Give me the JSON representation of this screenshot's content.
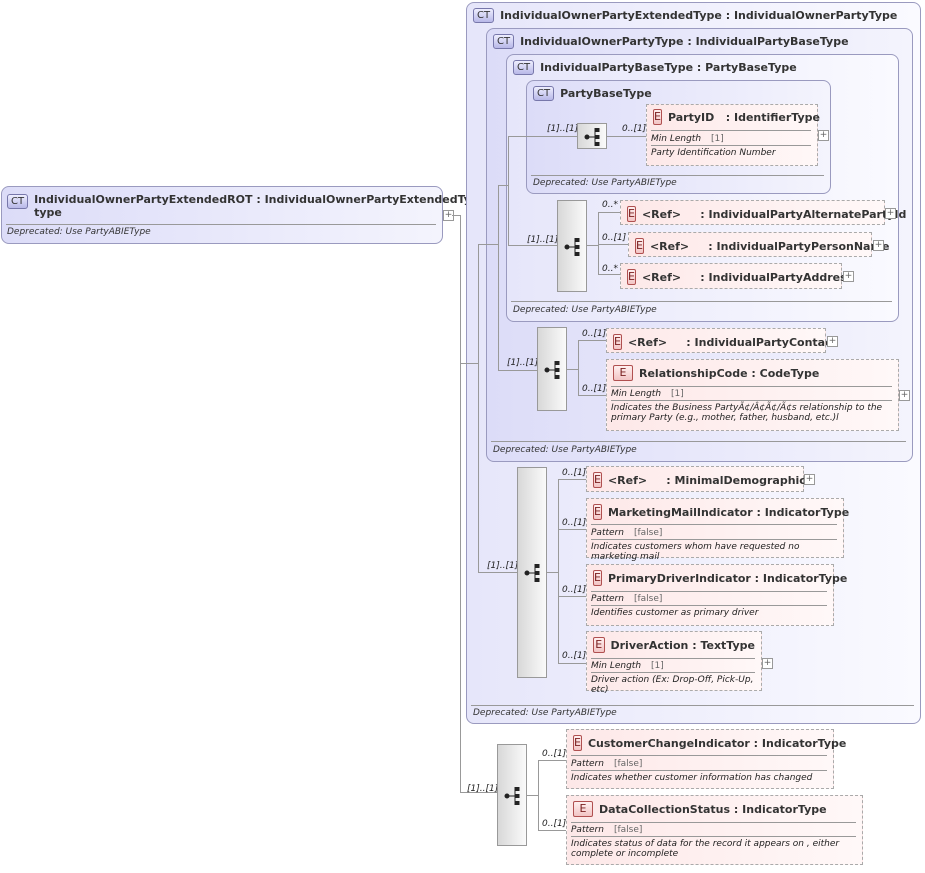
{
  "badges": {
    "ct": "CT",
    "e": "E"
  },
  "plus_glyph": "+",
  "sequence_icon": "sequence-compositor-icon",
  "root": {
    "name": "IndividualOwnerPartyExtendedROT",
    "sep": ":",
    "type_line1": "IndividualOwnerPartyExtendedType",
    "type_line2": "type",
    "deprecated": "Deprecated: Use PartyABIEType"
  },
  "ct_extended": {
    "name": "IndividualOwnerPartyExtendedType",
    "sep": ":",
    "base": "IndividualOwnerPartyType",
    "deprecated": "Deprecated: Use PartyABIEType"
  },
  "ct_owner": {
    "name": "IndividualOwnerPartyType",
    "sep": ":",
    "base": "IndividualPartyBaseType",
    "deprecated": "Deprecated: Use PartyABIEType"
  },
  "ct_partybase": {
    "name": "IndividualPartyBaseType",
    "sep": ":",
    "base": "PartyBaseType",
    "deprecated": "Deprecated: Use PartyABIEType"
  },
  "ct_base": {
    "name": "PartyBaseType",
    "deprecated": "Deprecated: Use PartyABIEType"
  },
  "party_id": {
    "name": "PartyID",
    "sep": ":",
    "type": "IdentifierType",
    "facet": "Min Length",
    "facet_value": "[1]",
    "doc": "Party Identification Number"
  },
  "seq_labels": {
    "one_one": "[1]..[1]",
    "zero_star": "0..*",
    "zero_one": "0..[1]"
  },
  "refs": {
    "ref": "<Ref>",
    "sep": ":",
    "alternate": "IndividualPartyAlternatePartyId",
    "person_name": "IndividualPartyPersonName",
    "address": "IndividualPartyAddress",
    "contact": "IndividualPartyContact",
    "demographics": "MinimalDemographics"
  },
  "relationship": {
    "name": "RelationshipCode",
    "sep": ":",
    "type": "CodeType",
    "facet": "Min Length",
    "facet_value": "[1]",
    "doc": "Indicates the Business PartyÃ¢/Â¢Ã¢/Ã¢s relationship to the primary Party (e.g., mother, father, husband, etc.)l"
  },
  "marketing": {
    "name": "MarketingMailIndicator",
    "sep": ":",
    "type": "IndicatorType",
    "facet": "Pattern",
    "facet_value": "[false]",
    "doc": "Indicates customers whom have requested no marketing mail"
  },
  "primary_driver": {
    "name": "PrimaryDriverIndicator",
    "sep": ":",
    "type": "IndicatorType",
    "facet": "Pattern",
    "facet_value": "[false]",
    "doc": "Identifies customer as primary driver"
  },
  "driver_action": {
    "name": "DriverAction",
    "sep": ":",
    "type": "TextType",
    "facet": "Min Length",
    "facet_value": "[1]",
    "doc": "Driver action (Ex: Drop-Off, Pick-Up, etc)"
  },
  "customer_change": {
    "name": "CustomerChangeIndicator",
    "sep": ":",
    "type": "IndicatorType",
    "facet": "Pattern",
    "facet_value": "[false]",
    "doc": "Indicates whether customer information has changed"
  },
  "data_collection": {
    "name": "DataCollectionStatus",
    "sep": ":",
    "type": "IndicatorType",
    "facet": "Pattern",
    "facet_value": "[false]",
    "doc": "Indicates status of data for the record it appears on , either complete or incomplete"
  }
}
